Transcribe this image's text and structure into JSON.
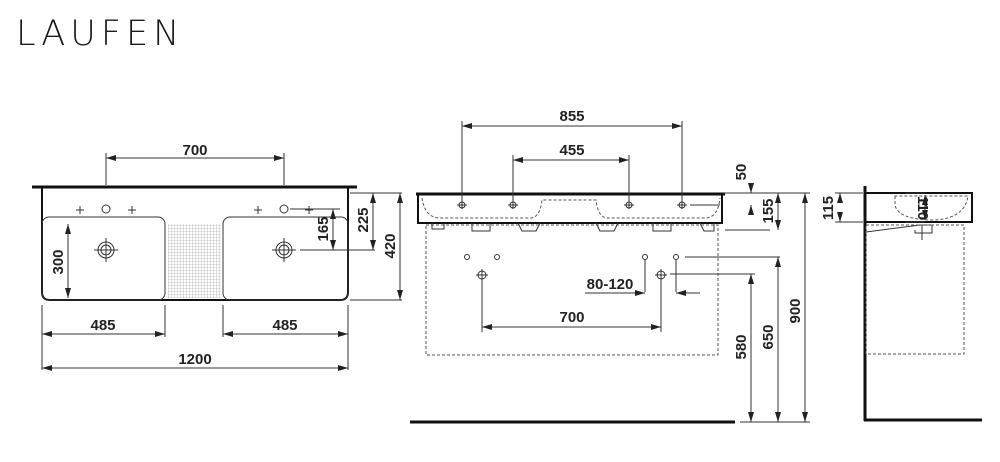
{
  "logo": {
    "text": "LAUFEN"
  },
  "top_view": {
    "tap_spacing": "700",
    "basin_depth": "300",
    "left_basin_width": "485",
    "right_basin_width": "485",
    "total_width": "1200",
    "tap_to_drain": "165",
    "back_to_drain": "225",
    "total_depth": "420"
  },
  "front_view": {
    "outer_holes": "855",
    "inner_holes": "455",
    "rim_to_hole": "50",
    "height": "155",
    "height_900": "900",
    "height_650": "650",
    "height_580": "580",
    "supply_range": "80-120",
    "waste_spacing": "700"
  },
  "side_view": {
    "rim_height": "115",
    "basin_depth": "110"
  }
}
